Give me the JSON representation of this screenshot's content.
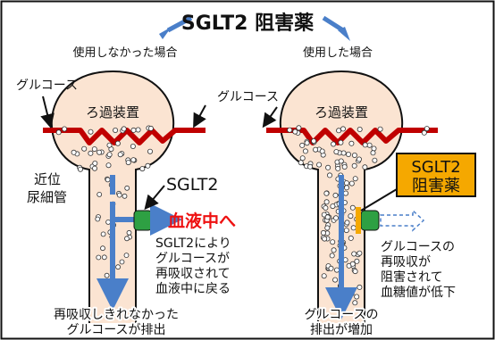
{
  "title": "SGLT2 阻害薬",
  "left": {
    "caption": "使用しなかった場合",
    "glucose_label": "グルコース",
    "filter_label": "ろ過装置",
    "tubule_label_1": "近位",
    "tubule_label_2": "尿細管",
    "sglt2_label": "SGLT2",
    "blood_label": "血液中へ",
    "note_lines": [
      "SGLT2により",
      "グルコースが",
      "再吸収されて",
      "血液中に戻る"
    ],
    "bottom_lines": [
      "再吸収しきれなかった",
      "グルコースが排出"
    ]
  },
  "right": {
    "caption": "使用した場合",
    "glucose_label": "グルコース",
    "filter_label": "ろ過装置",
    "drug_label_1": "SGLT2",
    "drug_label_2": "阻害薬",
    "note_lines": [
      "グルコースの",
      "再吸収が",
      "阻害されて",
      "血糖値が低下"
    ],
    "bottom_lines": [
      "グルコースの",
      "排出が増加"
    ]
  },
  "colors": {
    "organ_fill": "#fbe4d2",
    "blood_vessel": "#c00000",
    "flow_arrow": "#4a7fc9",
    "transporter": "#2ea043",
    "blood_text": "#ee1111",
    "drug_box": "#f5a800",
    "border": "#111111"
  }
}
